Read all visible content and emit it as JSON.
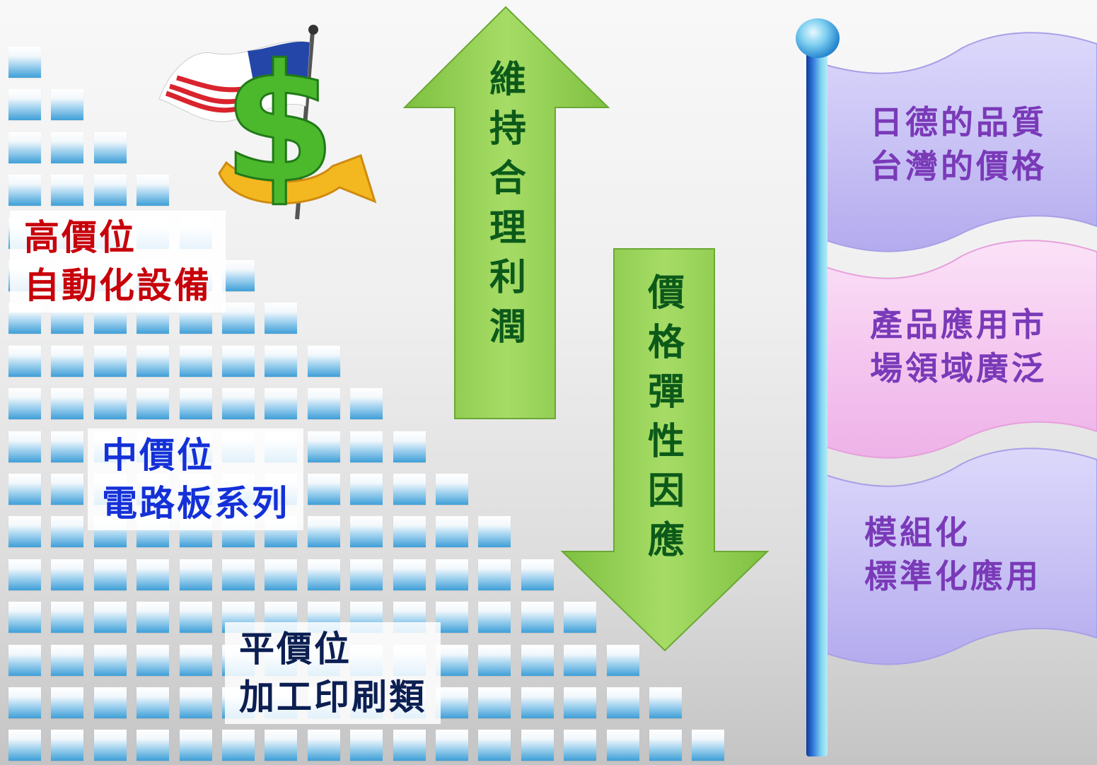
{
  "tiers": {
    "high": {
      "line1": "高價位",
      "line2": "自動化設備"
    },
    "mid": {
      "line1": "中價位",
      "line2": "電路板系列"
    },
    "low": {
      "line1": "平價位",
      "line2": "加工印刷類"
    }
  },
  "arrows": {
    "up": [
      "維",
      "持",
      "合",
      "理",
      "利",
      "潤"
    ],
    "down": [
      "價",
      "格",
      "彈",
      "性",
      "因",
      "應"
    ]
  },
  "flags": {
    "flag1": {
      "line1": "日德的品質",
      "line2": "台灣的價格"
    },
    "flag2": {
      "line1": "產品應用市",
      "line2": "場領域廣泛"
    },
    "flag3": {
      "line1": "模組化",
      "line2": "標準化應用"
    }
  },
  "colors": {
    "high": "#c8000a",
    "mid": "#1430d8",
    "low": "#0c1f52",
    "arrow_fill": "#92d050",
    "arrow_text": "#0c5a1a",
    "flag_text": "#7a3ab8",
    "flag1": "#c9c3f5",
    "flag2": "#f5c8f0",
    "flag3": "#c9c3f5"
  },
  "icons": [
    "money-dollar-icon",
    "usa-flag-icon"
  ]
}
